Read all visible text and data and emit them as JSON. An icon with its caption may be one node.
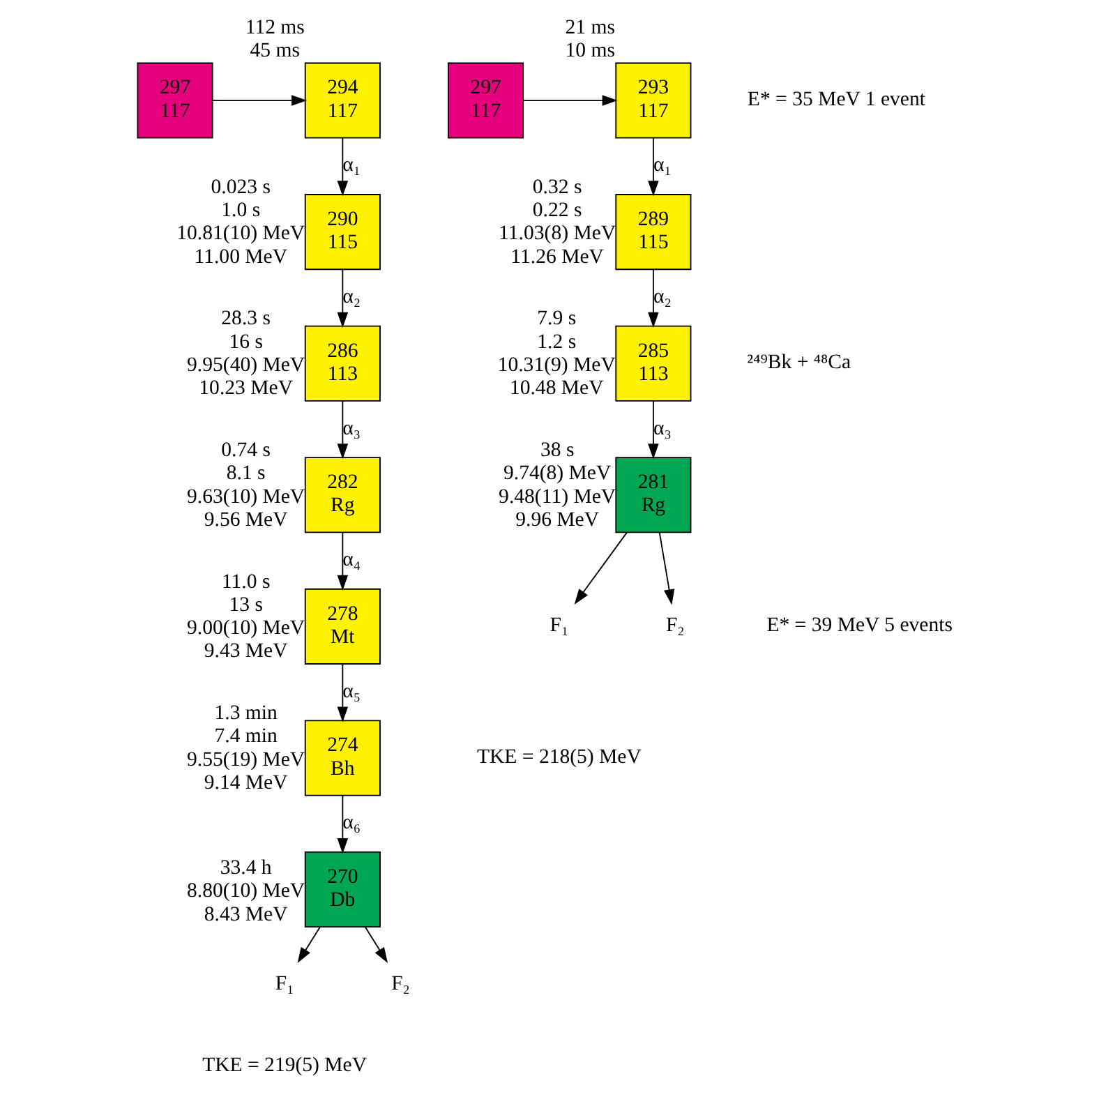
{
  "diagram": {
    "nodes": [
      {
        "text": [
          "297",
          "117"
        ]
      },
      {
        "text": [
          "294",
          "117"
        ],
        "beside": [
          "112 ms",
          "45 ms"
        ]
      },
      {
        "text": [
          "290",
          "115"
        ],
        "beside": [
          "0.023 s",
          "1.0 s",
          "10.81(10) MeV",
          "11.00 MeV"
        ]
      },
      {
        "text": [
          "286",
          "113"
        ],
        "beside": [
          "28.3 s",
          "16 s",
          "9.95(40) MeV",
          "10.23 MeV"
        ]
      },
      {
        "text": [
          "282",
          "Rg"
        ],
        "beside": [
          "0.74 s",
          "8.1 s",
          "9.63(10) MeV",
          "9.56 MeV"
        ]
      },
      {
        "text": [
          "278",
          "Mt"
        ],
        "beside": [
          "11.0 s",
          "13 s",
          "9.00(10) MeV",
          "9.43 MeV"
        ]
      },
      {
        "text": [
          "274",
          "Bh"
        ],
        "beside": [
          "1.3 min",
          "7.4 min",
          "9.55(19) MeV",
          "9.14 MeV"
        ]
      },
      {
        "text": [
          "270",
          "Db"
        ],
        "beside": [
          "33.4 h",
          "8.80(10) MeV",
          "8.43 MeV"
        ]
      },
      {
        "text": [
          "F₁"
        ]
      },
      {
        "text": [
          "F₂"
        ]
      },
      {
        "text": [
          "297",
          "117"
        ]
      },
      {
        "text": [
          "293",
          "117"
        ],
        "beside": [
          "21 ms",
          "10 ms"
        ]
      },
      {
        "text": [
          "289",
          "115"
        ],
        "beside": [
          "0.32 s",
          "0.22 s",
          "11.03(8) MeV",
          "11.26 MeV"
        ]
      },
      {
        "text": [
          "285",
          "113"
        ],
        "beside": [
          "7.9 s",
          "1.2 s",
          "10.31(9) MeV",
          "10.48 MeV"
        ]
      },
      {
        "text": [
          "281",
          "Rg"
        ],
        "beside": [
          "38 s",
          "9.74(8) MeV",
          "9.48(11) MeV",
          "9.96 MeV"
        ]
      },
      {
        "text": [
          "F₁"
        ]
      },
      {
        "text": [
          "F₂"
        ]
      }
    ],
    "edges": [
      {
        "from": 0,
        "to": 1,
        "arrow": "to"
      },
      {
        "from": 1,
        "to": 2,
        "arrow": "to",
        "label": "α₁"
      },
      {
        "from": 2,
        "to": 3,
        "arrow": "to",
        "label": "α₂"
      },
      {
        "from": 3,
        "to": 4,
        "arrow": "to",
        "label": "α₃"
      },
      {
        "from": 4,
        "to": 5,
        "arrow": "to",
        "label": "α₄"
      },
      {
        "from": 5,
        "to": 6,
        "arrow": "to",
        "label": "α₅"
      },
      {
        "from": 6,
        "to": 7,
        "arrow": "to",
        "label": "α₆"
      },
      {
        "from": 7,
        "to": 8,
        "arrow": "to"
      },
      {
        "from": 7,
        "to": 9,
        "arrow": "to"
      },
      {
        "from": 10,
        "to": 11,
        "arrow": "to"
      },
      {
        "from": 11,
        "to": 12,
        "arrow": "to",
        "label": "α₁"
      },
      {
        "from": 12,
        "to": 13,
        "arrow": "to",
        "label": "α₂"
      },
      {
        "from": 13,
        "to": 14,
        "arrow": "to",
        "label": "α₃"
      },
      {
        "from": 14,
        "to": 15,
        "arrow": "to"
      },
      {
        "from": 14,
        "to": 16,
        "arrow": "to"
      }
    ],
    "labels": [
      "E* = 35 MeV 1 event",
      "²⁴⁹Bk + ⁴⁸Ca",
      "E* = 39 MeV 5 events",
      "TKE = 219(5) MeV",
      "TKE = 218(5) MeV"
    ]
  }
}
